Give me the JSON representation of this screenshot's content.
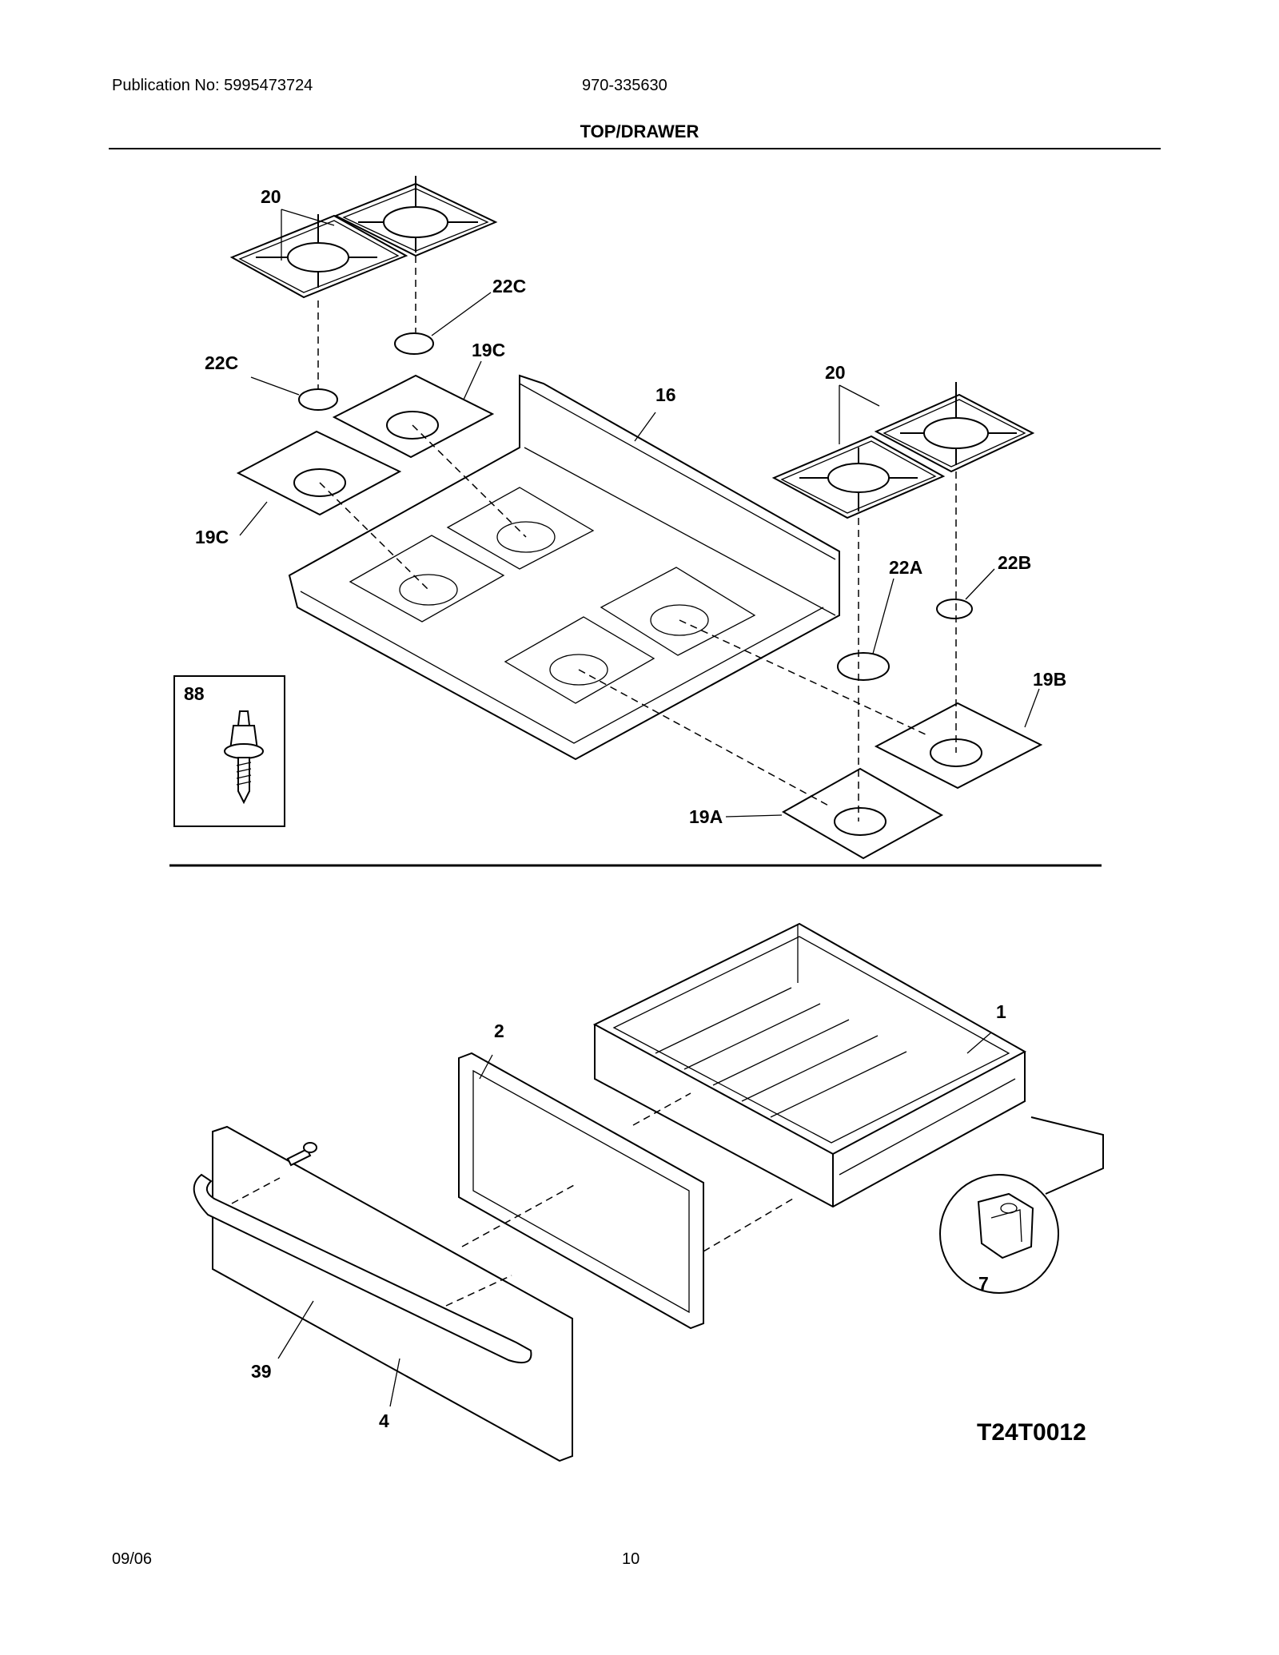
{
  "header": {
    "publication": "Publication No: 5995473724",
    "model": "970-335630",
    "title": "TOP/DRAWER"
  },
  "footer": {
    "date": "09/06",
    "page": "10"
  },
  "diagram": {
    "code": "T24T0012",
    "callouts": {
      "grates_left": "20",
      "cap_22c_upper": "22C",
      "cap_22c_left": "22C",
      "pan_19c_upper": "19C",
      "pan_19c_lower": "19C",
      "cooktop": "16",
      "grates_right": "20",
      "cap_22a": "22A",
      "cap_22b": "22B",
      "pan_19b": "19B",
      "pan_19a": "19A",
      "screw": "88",
      "drawer_body": "1",
      "drawer_liner": "2",
      "clip": "7",
      "handle": "39",
      "drawer_front": "4"
    }
  }
}
